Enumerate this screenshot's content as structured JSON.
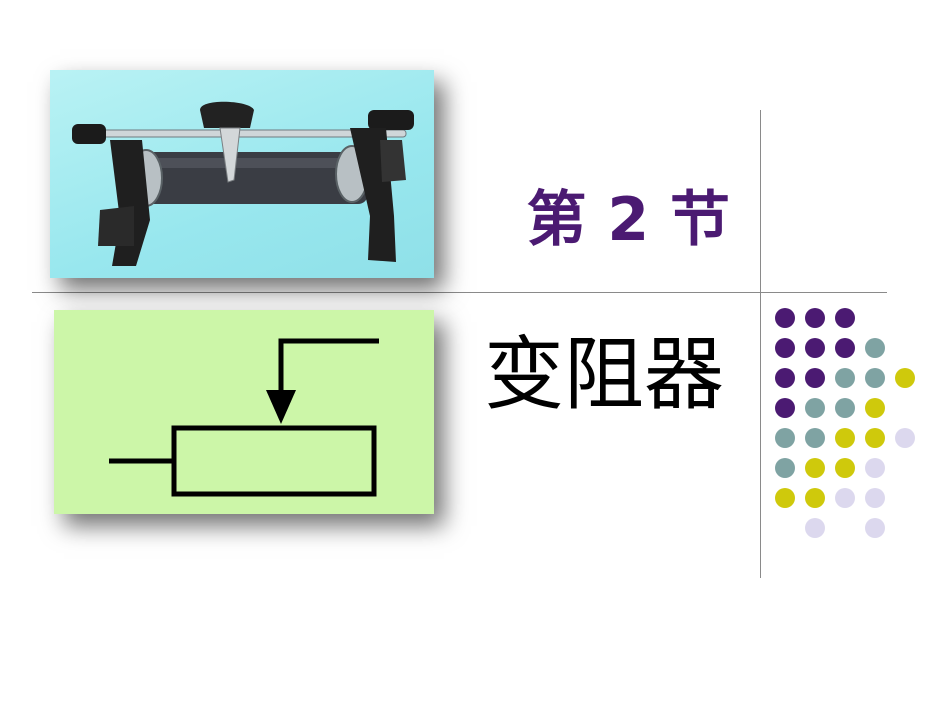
{
  "slide": {
    "section_number": "第 2 节",
    "title": "变阻器"
  },
  "images": {
    "photo": "rheostat-photo",
    "symbol": "rheostat-circuit-symbol"
  },
  "colors": {
    "purple": "#4b1a72",
    "teal": "#7fa3a3",
    "olive": "#cfc90c",
    "lavender": "#dcd8ee",
    "photo_bg": "#a6ecf1",
    "symbol_bg": "#ccf6a8"
  },
  "decor_dots": [
    [
      "purple",
      "purple",
      "purple"
    ],
    [
      "purple",
      "purple",
      "purple",
      "teal"
    ],
    [
      "purple",
      "purple",
      "teal",
      "teal",
      "olive"
    ],
    [
      "purple",
      "teal",
      "teal",
      "olive"
    ],
    [
      "teal",
      "teal",
      "olive",
      "olive",
      "lavender"
    ],
    [
      "teal",
      "olive",
      "olive",
      "lavender"
    ],
    [
      "olive",
      "olive",
      "lavender",
      "lavender"
    ],
    [
      "",
      "lavender",
      "",
      "lavender"
    ]
  ]
}
